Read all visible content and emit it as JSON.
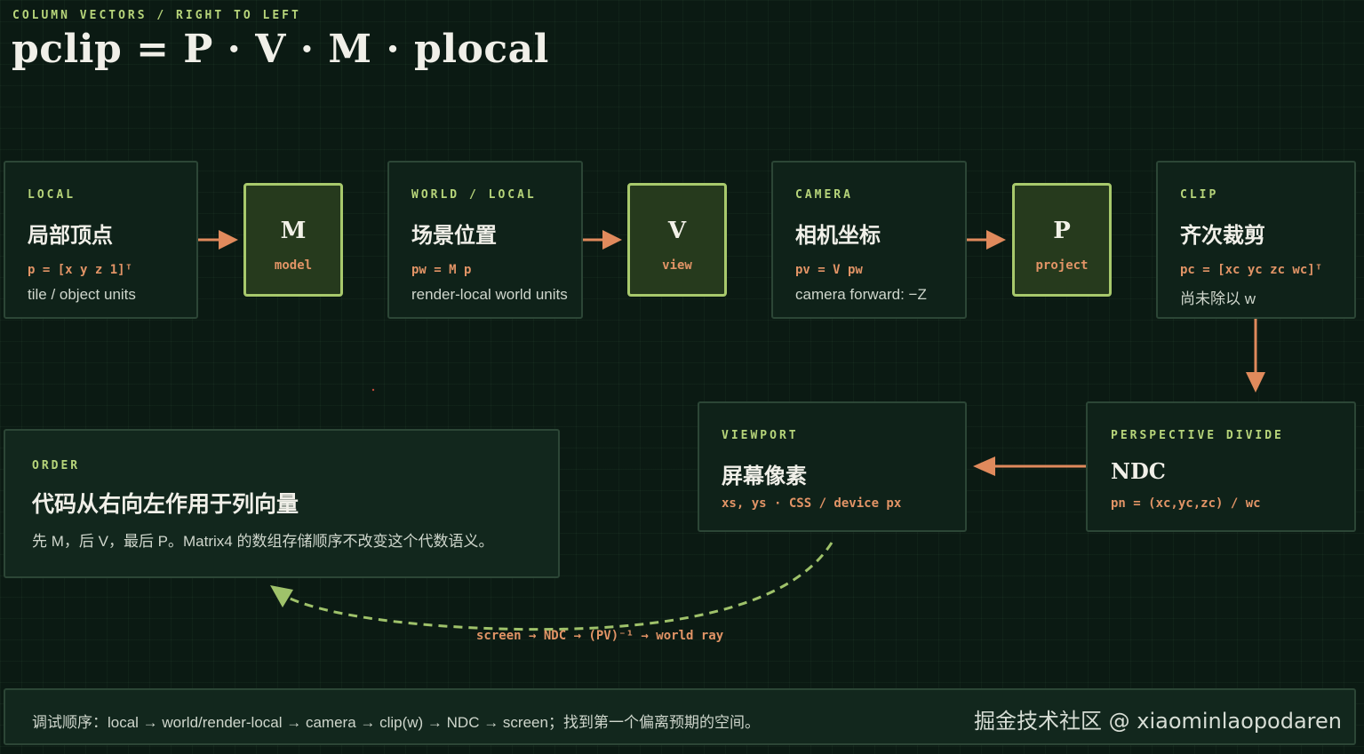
{
  "header": {
    "subtitle": "COLUMN VECTORS / RIGHT TO LEFT",
    "title": "pclip = P · V · M · plocal"
  },
  "stages": {
    "local": {
      "kicker": "LOCAL",
      "title": "局部顶点",
      "formula": "p = [x y z 1]ᵀ",
      "note": "tile / object units"
    },
    "world": {
      "kicker": "WORLD / LOCAL",
      "title": "场景位置",
      "formula": "pw = M p",
      "note": "render-local world units"
    },
    "camera": {
      "kicker": "CAMERA",
      "title": "相机坐标",
      "formula": "pv = V pw",
      "note": "camera forward: −Z"
    },
    "clip": {
      "kicker": "CLIP",
      "title": "齐次裁剪",
      "formula": "pc = [xc yc zc wc]ᵀ",
      "note": "尚未除以 w"
    },
    "ndc": {
      "kicker": "PERSPECTIVE DIVIDE",
      "title": "NDC",
      "formula": "pn = (xc,yc,zc) / wc"
    },
    "viewport": {
      "kicker": "VIEWPORT",
      "title": "屏幕像素",
      "formula": "xs, ys · CSS / device px"
    }
  },
  "operators": {
    "model": {
      "letter": "M",
      "label": "model"
    },
    "view": {
      "letter": "V",
      "label": "view"
    },
    "project": {
      "letter": "P",
      "label": "project"
    }
  },
  "order": {
    "kicker": "ORDER",
    "title": "代码从右向左作用于列向量",
    "note": "先 M，后 V，最后 P。Matrix4 的数组存储顺序不改变这个代数语义。"
  },
  "ray": {
    "label": "screen → NDC → (PV)⁻¹ → world ray"
  },
  "footer": {
    "debug": "调试顺序：local → world/render-local → camera → clip(w) → NDC → screen；找到第一个偏离预期的空间。",
    "watermark": "掘金技术社区 @ xiaominlaopodaren"
  },
  "colors": {
    "background": "#0b1a13",
    "accent_green": "#b7d57a",
    "accent_orange": "#e29466",
    "operator_border": "#a8c96c",
    "operator_fill": "#263a1d",
    "dashed_ray": "#9fc26a"
  }
}
